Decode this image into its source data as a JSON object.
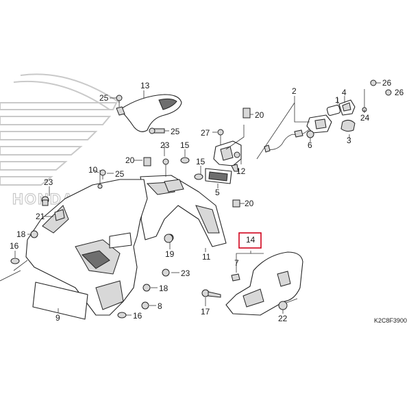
{
  "diagram": {
    "code": "K2C8F3900",
    "watermark_text": "HONDA",
    "highlighted_label": "14",
    "callouts": {
      "c1": "1",
      "c2": "2",
      "c3": "3",
      "c4": "4",
      "c5": "5",
      "c6": "6",
      "c7": "7",
      "c8": "8",
      "c9": "9",
      "c10": "10",
      "c11": "11",
      "c12": "12",
      "c13": "13",
      "c14": "14",
      "c15a": "15",
      "c15b": "15",
      "c16a": "16",
      "c16b": "16",
      "c17": "17",
      "c18a": "18",
      "c18b": "18",
      "c19": "19",
      "c20a": "20",
      "c20b": "20",
      "c20c": "20",
      "c21": "21",
      "c22": "22",
      "c23a": "23",
      "c23b": "23",
      "c23c": "23",
      "c24": "24",
      "c25a": "25",
      "c25b": "25",
      "c25c": "25",
      "c26a": "26",
      "c26b": "26",
      "c27": "27"
    }
  }
}
